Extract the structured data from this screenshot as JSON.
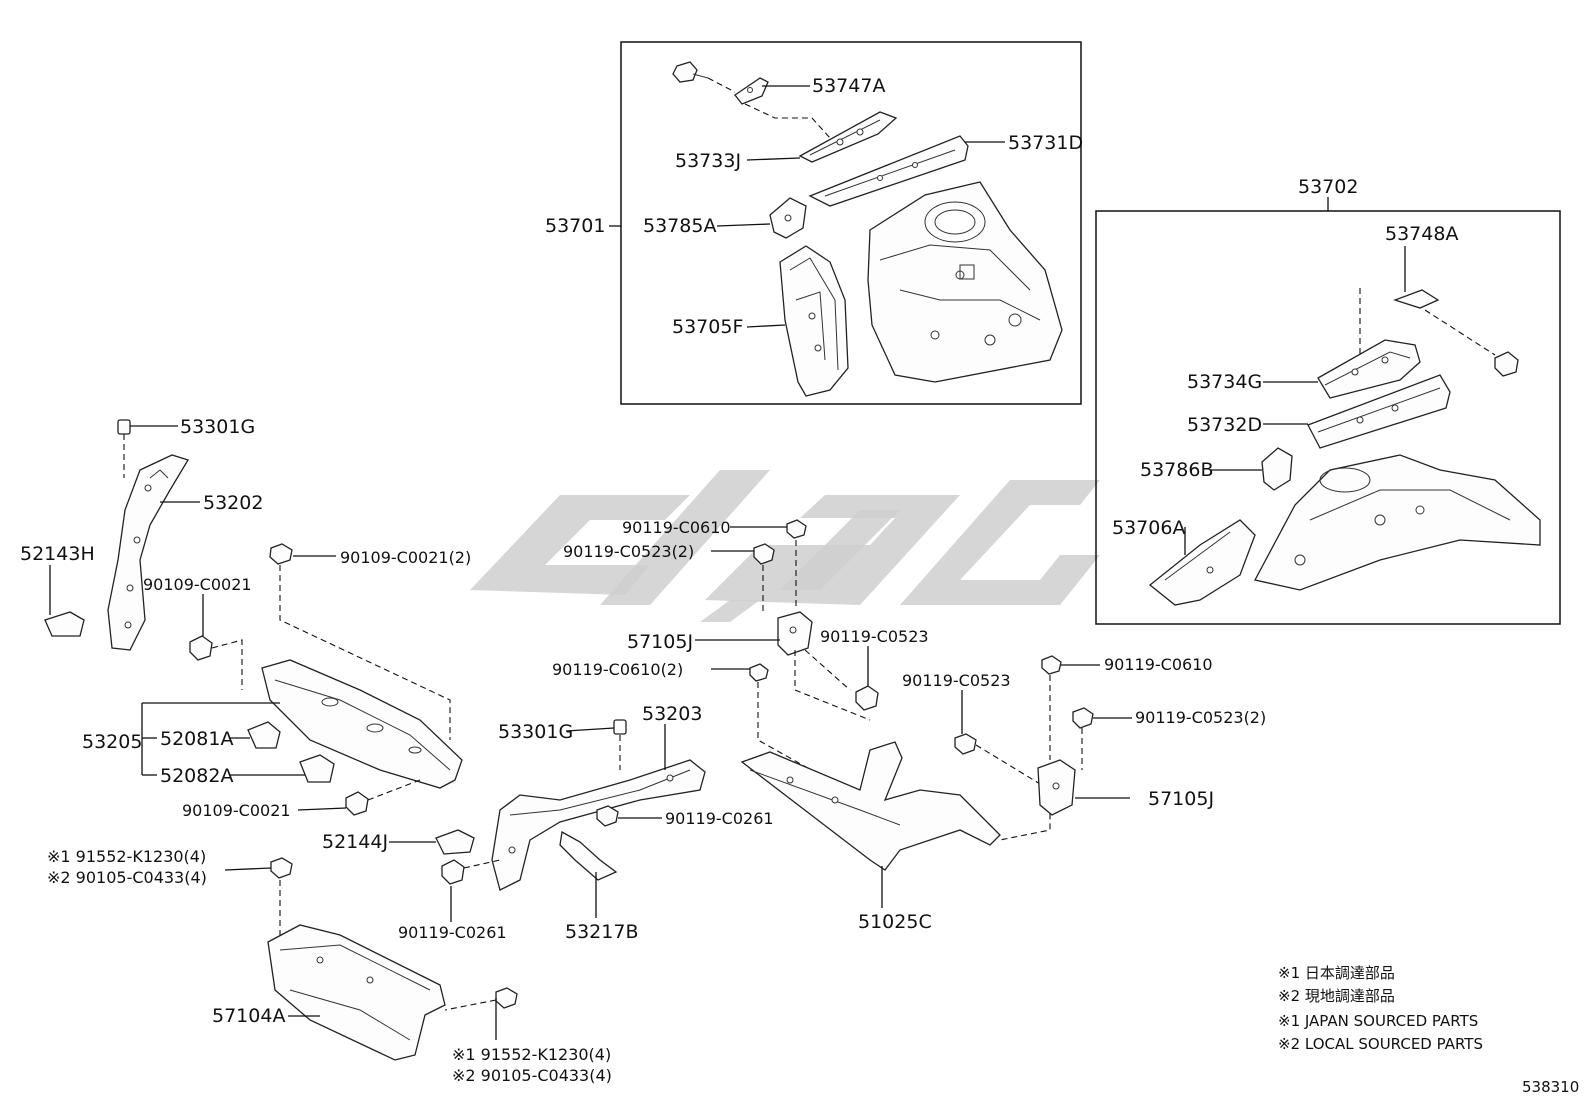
{
  "diagram_id": "538310",
  "groups": {
    "left_fender_panel": "53701",
    "right_fender_panel": "53702"
  },
  "labels": {
    "p53747A": "53747A",
    "p53733J": "53733J",
    "p53731D": "53731D",
    "p53785A": "53785A",
    "p53705F": "53705F",
    "p53748A": "53748A",
    "p53734G": "53734G",
    "p53732D": "53732D",
    "p53786B": "53786B",
    "p53706A": "53706A",
    "p53301G_top": "53301G",
    "p53202": "53202",
    "p52143H": "52143H",
    "b90109_C0021_2": "90109-C0021(2)",
    "b90109_C0021_a": "90109-C0021",
    "p53205": "53205",
    "p52081A": "52081A",
    "p52082A": "52082A",
    "b90109_C0021_b": "90109-C0021",
    "b90119_C0610_a": "90119-C0610",
    "b90119_C0523_2a": "90119-C0523(2)",
    "p57105J_a": "57105J",
    "b90119_C0523_a": "90119-C0523",
    "b90119_C0610_2": "90119-C0610(2)",
    "p53301G_mid": "53301G",
    "p53203": "53203",
    "b90119_C0261_a": "90119-C0261",
    "p52144J": "52144J",
    "b90119_C0261_b": "90119-C0261",
    "p53217B": "53217B",
    "p51025C": "51025C",
    "b90119_C0523_b": "90119-C0523",
    "b90119_C0610_b": "90119-C0610",
    "b90119_C0523_2b": "90119-C0523(2)",
    "p57105J_b": "57105J",
    "b_top_1": "※1 91552-K1230(4)",
    "b_top_2": "※2 90105-C0433(4)",
    "p57104A": "57104A",
    "b_bot_1": "※1 91552-K1230(4)",
    "b_bot_2": "※2 90105-C0433(4)"
  },
  "notes": [
    "※1 日本調達部品",
    "※2 現地調達部品",
    "※1 JAPAN SOURCED PARTS",
    "※2 LOCAL SOURCED PARTS"
  ]
}
